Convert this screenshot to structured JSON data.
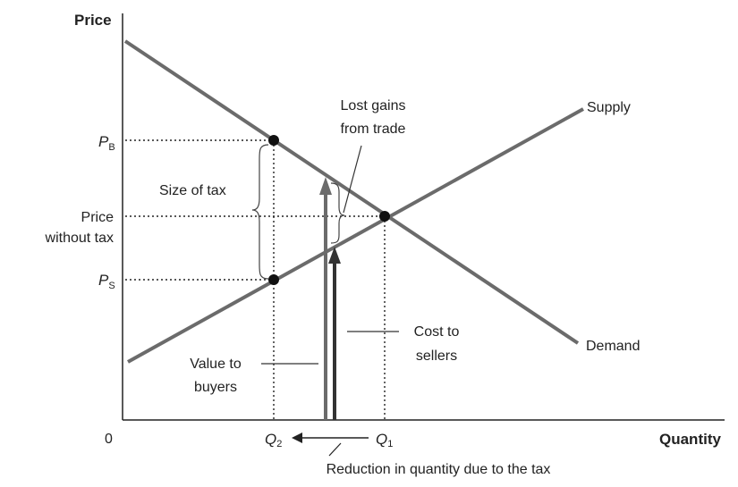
{
  "labels": {
    "y_axis": "Price",
    "x_axis": "Quantity",
    "origin": "0",
    "pb_main": "P",
    "pb_sub": "B",
    "ps_main": "P",
    "ps_sub": "S",
    "price_without_tax_1": "Price",
    "price_without_tax_2": "without tax",
    "size_of_tax": "Size of tax",
    "lost_gains_1": "Lost gains",
    "lost_gains_2": "from trade",
    "supply": "Supply",
    "demand": "Demand",
    "value_to_1": "Value to",
    "value_to_2": "buyers",
    "cost_to_1": "Cost to",
    "cost_to_2": "sellers",
    "q2_main": "Q",
    "q2_sub": "2",
    "q1_main": "Q",
    "q1_sub": "1",
    "reduction": "Reduction in quantity due to the tax"
  },
  "colors": {
    "curve": "#6b6b6b",
    "axis": "#222222",
    "point": "#111111",
    "arrow_value": "#6b6b6b",
    "arrow_cost": "#333333"
  }
}
